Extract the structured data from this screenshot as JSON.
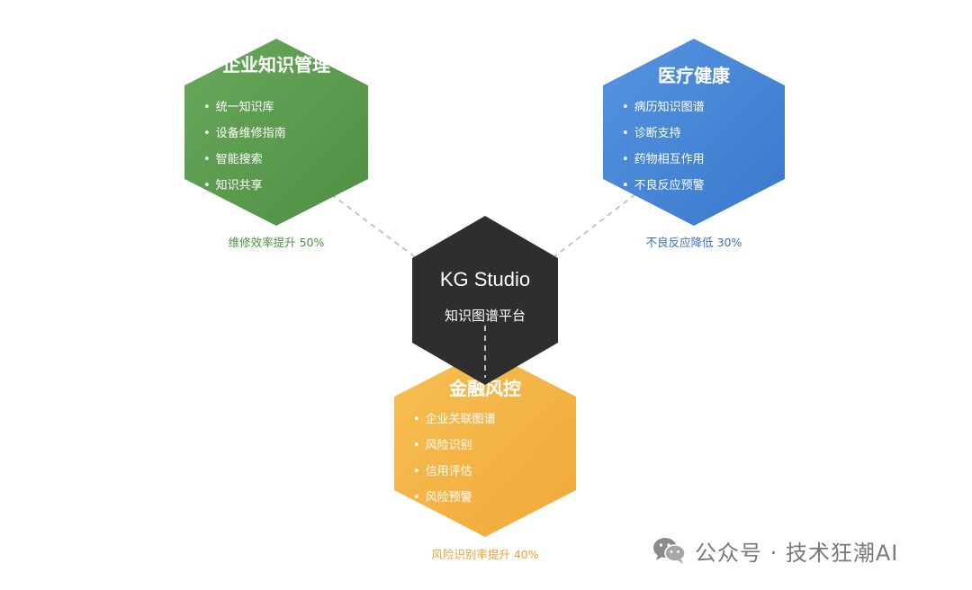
{
  "center": {
    "title": "KG Studio",
    "subtitle": "知识图谱平台",
    "color": "#2e2e2e"
  },
  "nodes": {
    "enterprise": {
      "title": "企业知识管理",
      "items": [
        "统一知识库",
        "设备维修指南",
        "智能搜索",
        "知识共享"
      ],
      "metric": "维修效率提升 50%",
      "color": "#5e9e51"
    },
    "medical": {
      "title": "医疗健康",
      "items": [
        "病历知识图谱",
        "诊断支持",
        "药物相互作用",
        "不良反应预警"
      ],
      "metric": "不良反应降低 30%",
      "color": "#4a86d8"
    },
    "finance": {
      "title": "金融风控",
      "items": [
        "企业关联图谱",
        "风险识别",
        "信用评估",
        "风险预警"
      ],
      "metric": "风险识别率提升 40%",
      "color": "#f4b446"
    }
  },
  "watermark": {
    "icon": "wechat-icon",
    "text": "公众号 · 技术狂潮AI"
  }
}
